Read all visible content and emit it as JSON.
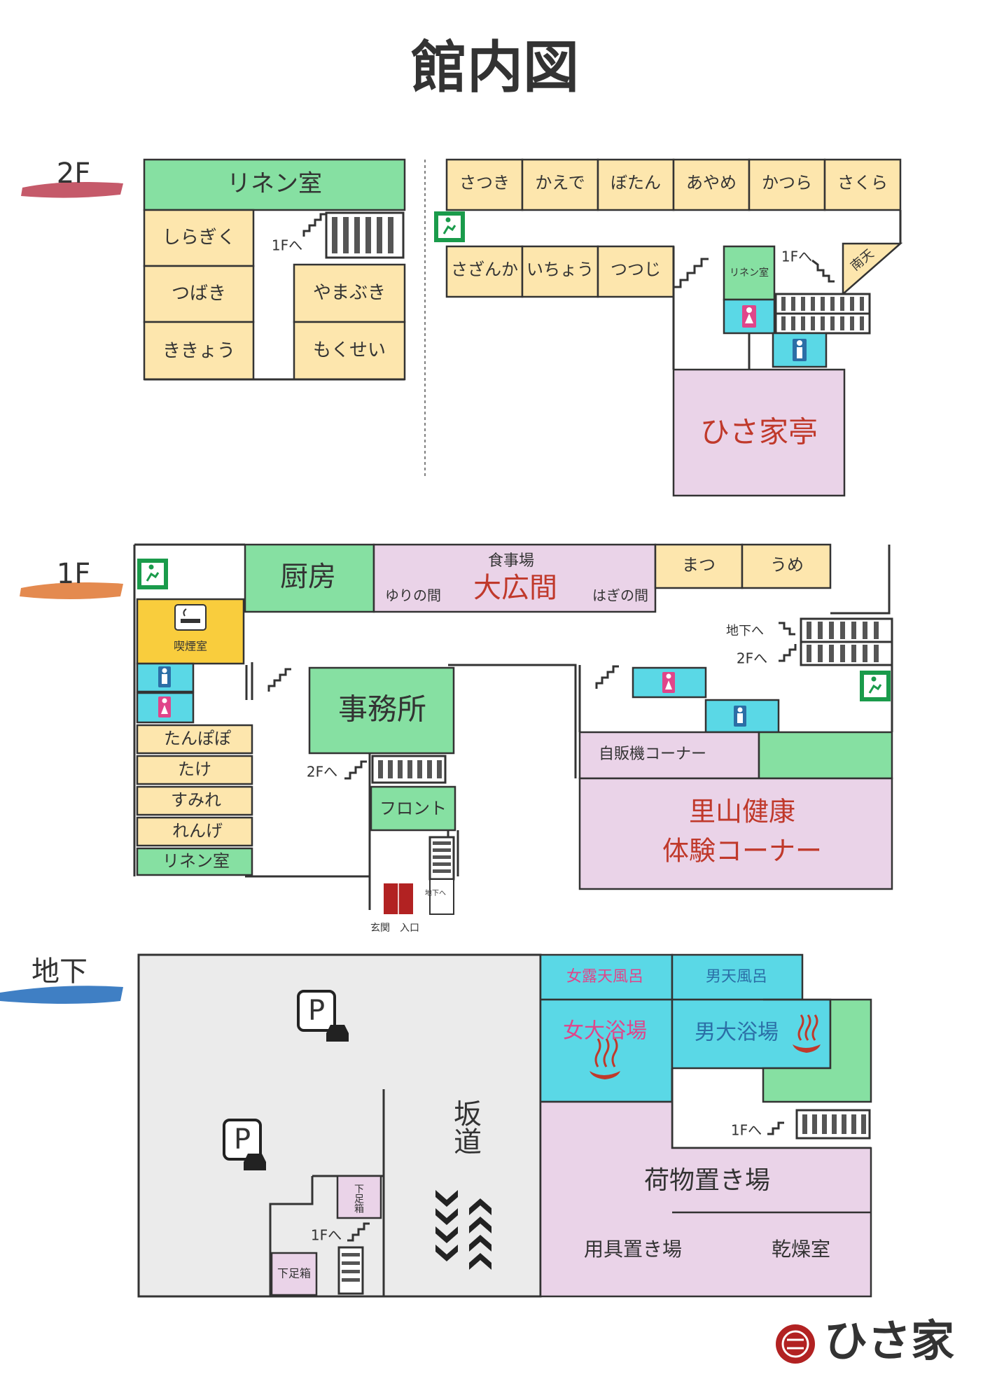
{
  "title": "館内図",
  "colors": {
    "room_yellow": "#fde6ad",
    "room_green": "#86e0a2",
    "room_pink": "#ead3e8",
    "room_cyan": "#5ad8e6",
    "smoke_yellow": "#f9cd3d",
    "parking_gray": "#ebebeb"
  },
  "floors": {
    "f2": {
      "label": "2F",
      "linen": "リネン室",
      "rooms_left": [
        "しらぎく",
        "つばき",
        "ききょう",
        "やまぶき",
        "もくせい"
      ],
      "stair_note": "1Fへ",
      "rooms_top": [
        "さつき",
        "かえで",
        "ぼたん",
        "あやめ",
        "かつら",
        "さくら"
      ],
      "rooms_bottom": [
        "さざんか",
        "いちょう",
        "つつじ"
      ],
      "linen_small": "リネン室",
      "stair_note_right": "1Fへ",
      "nanten": "南天",
      "restaurant": "ひさ家亭"
    },
    "f1": {
      "label": "1F",
      "kitchen": "厨房",
      "dining_sub": "食事場",
      "dining": "大広間",
      "yuri": "ゆりの間",
      "hagi": "はぎの間",
      "matsu": "まつ",
      "ume": "うめ",
      "smoking": "喫煙室",
      "office": "事務所",
      "rooms_left": [
        "たんぽぽ",
        "たけ",
        "すみれ",
        "れんげ"
      ],
      "linen": "リネン室",
      "to_2f_left": "2Fへ",
      "front": "フロント",
      "to_b1": "地下へ",
      "to_b1_right": "地下へ",
      "to_2f_right": "2Fへ",
      "vending": "自販機コーナー",
      "satoyama_1": "里山健康",
      "satoyama_2": "体験コーナー",
      "entrance": "玄関　入口"
    },
    "b1": {
      "label": "地下",
      "women_outdoor": "女露天風呂",
      "men_outdoor": "男天風呂",
      "women_bath": "女大浴場",
      "men_bath": "男大浴場",
      "slope": "坂道",
      "to_1f_right": "1Fへ",
      "to_1f_left": "1Fへ",
      "shoe_box_1": "下足箱",
      "shoe_box_2": "下足箱",
      "luggage": "荷物置き場",
      "equipment": "用具置き場",
      "drying": "乾燥室"
    }
  },
  "logo_text": "ひさ家"
}
